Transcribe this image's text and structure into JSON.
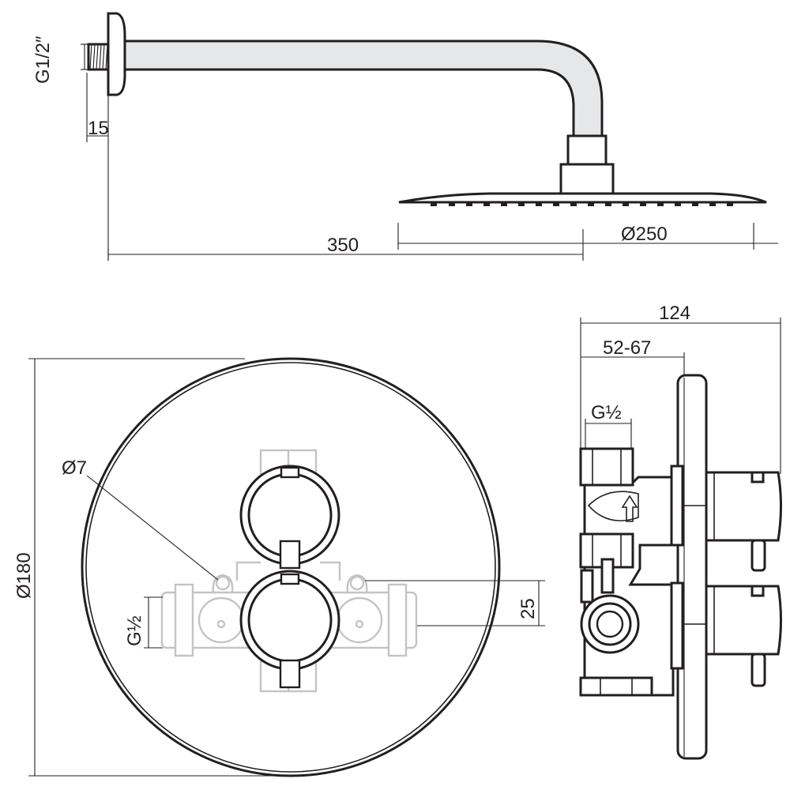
{
  "shower_head_view": {
    "thread_label": "G1/2″",
    "flange_depth_label": "15",
    "arm_length_label": "350",
    "head_diameter_label": "Ø250"
  },
  "front_view": {
    "plate_diameter_label": "Ø180",
    "pin_diameter_label": "Ø7",
    "inlet_thread_label": "G½",
    "offset_label": "25"
  },
  "side_view": {
    "total_depth_label": "124",
    "adjust_range_label": "52-67",
    "outlet_thread_label": "G½"
  },
  "colors": {
    "line": "#231f20",
    "pipe_fill": "#e6e7e8",
    "hidden_parts": "#c4c4c4"
  }
}
